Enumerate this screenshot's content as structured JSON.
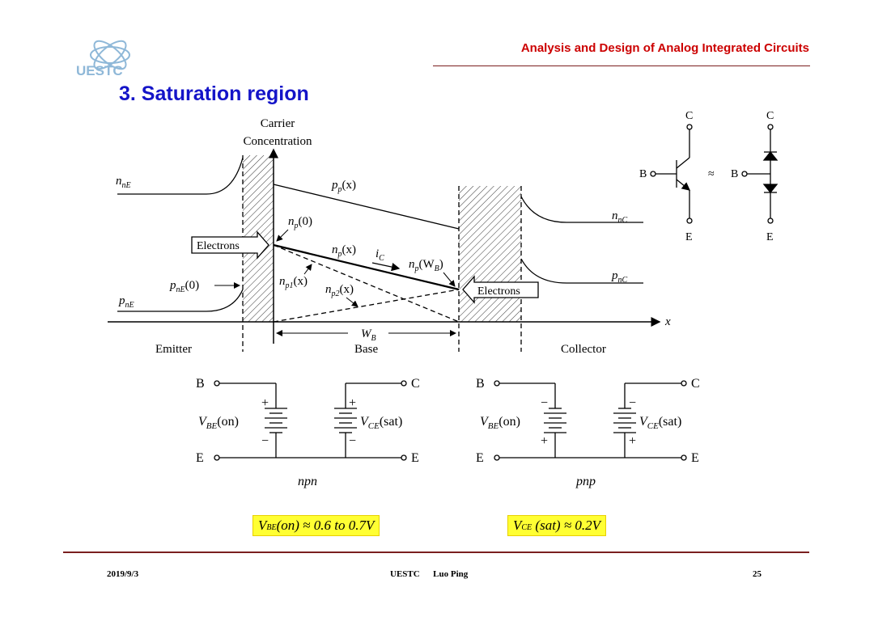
{
  "header": {
    "logo_text": "UESTC",
    "course_title": "Analysis and Design of Analog Integrated Circuits",
    "slide_title": "3. Saturation region"
  },
  "band_diagram": {
    "axis_label_line1": "Carrier",
    "axis_label_line2": "Concentration",
    "x_axis_label": "x",
    "regions": {
      "emitter": "Emitter",
      "base": "Base",
      "collector": "Collector"
    },
    "wb_label": "W",
    "wb_sub": "B",
    "carrier_labels": {
      "nnE": {
        "main": "n",
        "sub": "nE"
      },
      "pnE": {
        "main": "p",
        "sub": "nE"
      },
      "pnE0": {
        "main": "p",
        "sub": "nE",
        "tail": "(0)"
      },
      "ppx": {
        "main": "p",
        "sub": "p",
        "tail": "(x)"
      },
      "np0": {
        "main": "n",
        "sub": "p",
        "tail": "(0)"
      },
      "npx": {
        "main": "n",
        "sub": "p",
        "tail": "(x)"
      },
      "np1x": {
        "main": "n",
        "sub": "p1",
        "tail": "(x)"
      },
      "np2x": {
        "main": "n",
        "sub": "p2",
        "tail": "(x)"
      },
      "npWB": {
        "main": "n",
        "sub": "p",
        "tail": "(W",
        "sub2": "B",
        "tail2": ")"
      },
      "ic": {
        "main": "i",
        "sub": "C"
      },
      "nnC": {
        "main": "n",
        "sub": "nC"
      },
      "pnC": {
        "main": "p",
        "sub": "nC"
      }
    },
    "electrons_left": "Electrons",
    "electrons_right": "Electrons"
  },
  "transistor_symbol": {
    "c_label": "C",
    "b_label": "B",
    "e_label": "E",
    "approx": "≈"
  },
  "circuits": {
    "npn": {
      "caption": "npn",
      "b": "B",
      "c": "C",
      "e_left": "E",
      "e_right": "E",
      "vbe": {
        "main": "V",
        "sub": "BE",
        "tail": "(on)"
      },
      "vce": {
        "main": "V",
        "sub": "CE",
        "tail": "(sat)"
      },
      "plus": "+",
      "minus": "−"
    },
    "pnp": {
      "caption": "pnp",
      "b": "B",
      "c": "C",
      "e_left": "E",
      "e_right": "E",
      "vbe": {
        "main": "V",
        "sub": "BE",
        "tail": "(on)"
      },
      "vce": {
        "main": "V",
        "sub": "CE",
        "tail": "(sat)"
      },
      "plus": "+",
      "minus": "−"
    }
  },
  "highlights": {
    "vbe": {
      "main": "V",
      "sub": "BE",
      "text": "(on) ≈ 0.6 to 0.7V"
    },
    "vce": {
      "main": "V",
      "sub": "CE",
      "text": " (sat) ≈ 0.2V"
    }
  },
  "footer": {
    "date": "2019/9/3",
    "center": "UESTC      Luo Ping",
    "page": "25"
  },
  "colors": {
    "title": "#1414c8",
    "course": "#cc0000",
    "rule": "#7a1f1f",
    "highlight": "#ffff33"
  }
}
